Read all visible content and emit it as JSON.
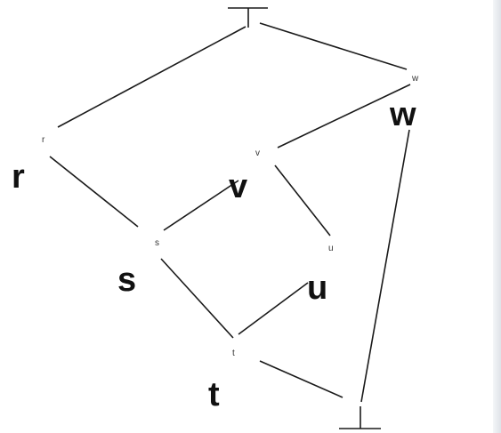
{
  "diagram": {
    "nodes": [
      {
        "id": "top",
        "symbol": "top"
      },
      {
        "id": "w",
        "small_label": "w",
        "big_label": "w"
      },
      {
        "id": "r",
        "small_label": "r",
        "big_label": "r"
      },
      {
        "id": "v",
        "small_label": "v",
        "big_label": "v"
      },
      {
        "id": "s",
        "small_label": "s",
        "big_label": "s"
      },
      {
        "id": "u",
        "small_label": "u",
        "big_label": "u"
      },
      {
        "id": "t",
        "small_label": "t",
        "big_label": "t"
      },
      {
        "id": "bottom",
        "symbol": "bottom"
      }
    ],
    "edges": [
      [
        "top",
        "r"
      ],
      [
        "top",
        "w"
      ],
      [
        "w",
        "v"
      ],
      [
        "w",
        "bottom"
      ],
      [
        "r",
        "s"
      ],
      [
        "v",
        "s"
      ],
      [
        "v",
        "u"
      ],
      [
        "s",
        "t"
      ],
      [
        "u",
        "t"
      ],
      [
        "t",
        "bottom"
      ]
    ]
  }
}
